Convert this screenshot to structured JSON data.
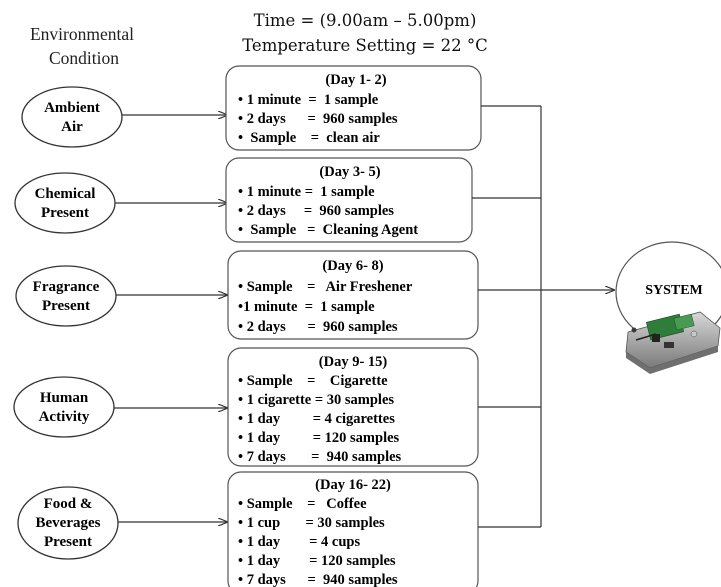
{
  "header": {
    "condition_line1": "Environmental",
    "condition_line2": "Condition",
    "time_line": "Time = (9.00am – 5.00pm)",
    "temp_line": "Temperature Setting = 22 °C"
  },
  "conditions": [
    {
      "lines": [
        "Ambient",
        "Air"
      ]
    },
    {
      "lines": [
        "Chemical",
        "Present"
      ]
    },
    {
      "lines": [
        "Fragrance",
        "Present"
      ]
    },
    {
      "lines": [
        "Human",
        "Activity"
      ]
    },
    {
      "lines": [
        "Food &",
        "Beverages",
        "Present"
      ]
    }
  ],
  "boxes": [
    {
      "title": "(Day 1- 2)",
      "lines": [
        "• 1 minute  =  1 sample",
        "• 2 days      =  960 samples",
        "•  Sample    =  clean air"
      ]
    },
    {
      "title": "(Day 3- 5)",
      "lines": [
        "• 1 minute =  1 sample",
        "• 2 days     =  960 samples",
        "•  Sample   =  Cleaning Agent"
      ]
    },
    {
      "title": "(Day 6- 8)",
      "lines": [
        "• Sample    =   Air Freshener",
        "•1 minute  =  1 sample",
        "• 2 days      =  960 samples"
      ]
    },
    {
      "title": "(Day 9- 15)",
      "lines": [
        "• Sample    =    Cigarette",
        "• 1 cigarette = 30 samples",
        "• 1 day         = 4 cigarettes",
        "• 1 day         = 120 samples",
        "• 7 days       =  940 samples"
      ]
    },
    {
      "title": "(Day 16- 22)",
      "lines": [
        "• Sample    =   Coffee",
        "• 1 cup       = 30 samples",
        "• 1 day        = 4 cups",
        "• 1 day        = 120 samples",
        "• 7 days      =  940 samples"
      ]
    }
  ],
  "system": {
    "label": "SYSTEM",
    "device_icon": "circuit-board-device-icon"
  },
  "colors": {
    "stroke": "#333333",
    "text": "#000000",
    "device_body": "#9a9a9a"
  }
}
